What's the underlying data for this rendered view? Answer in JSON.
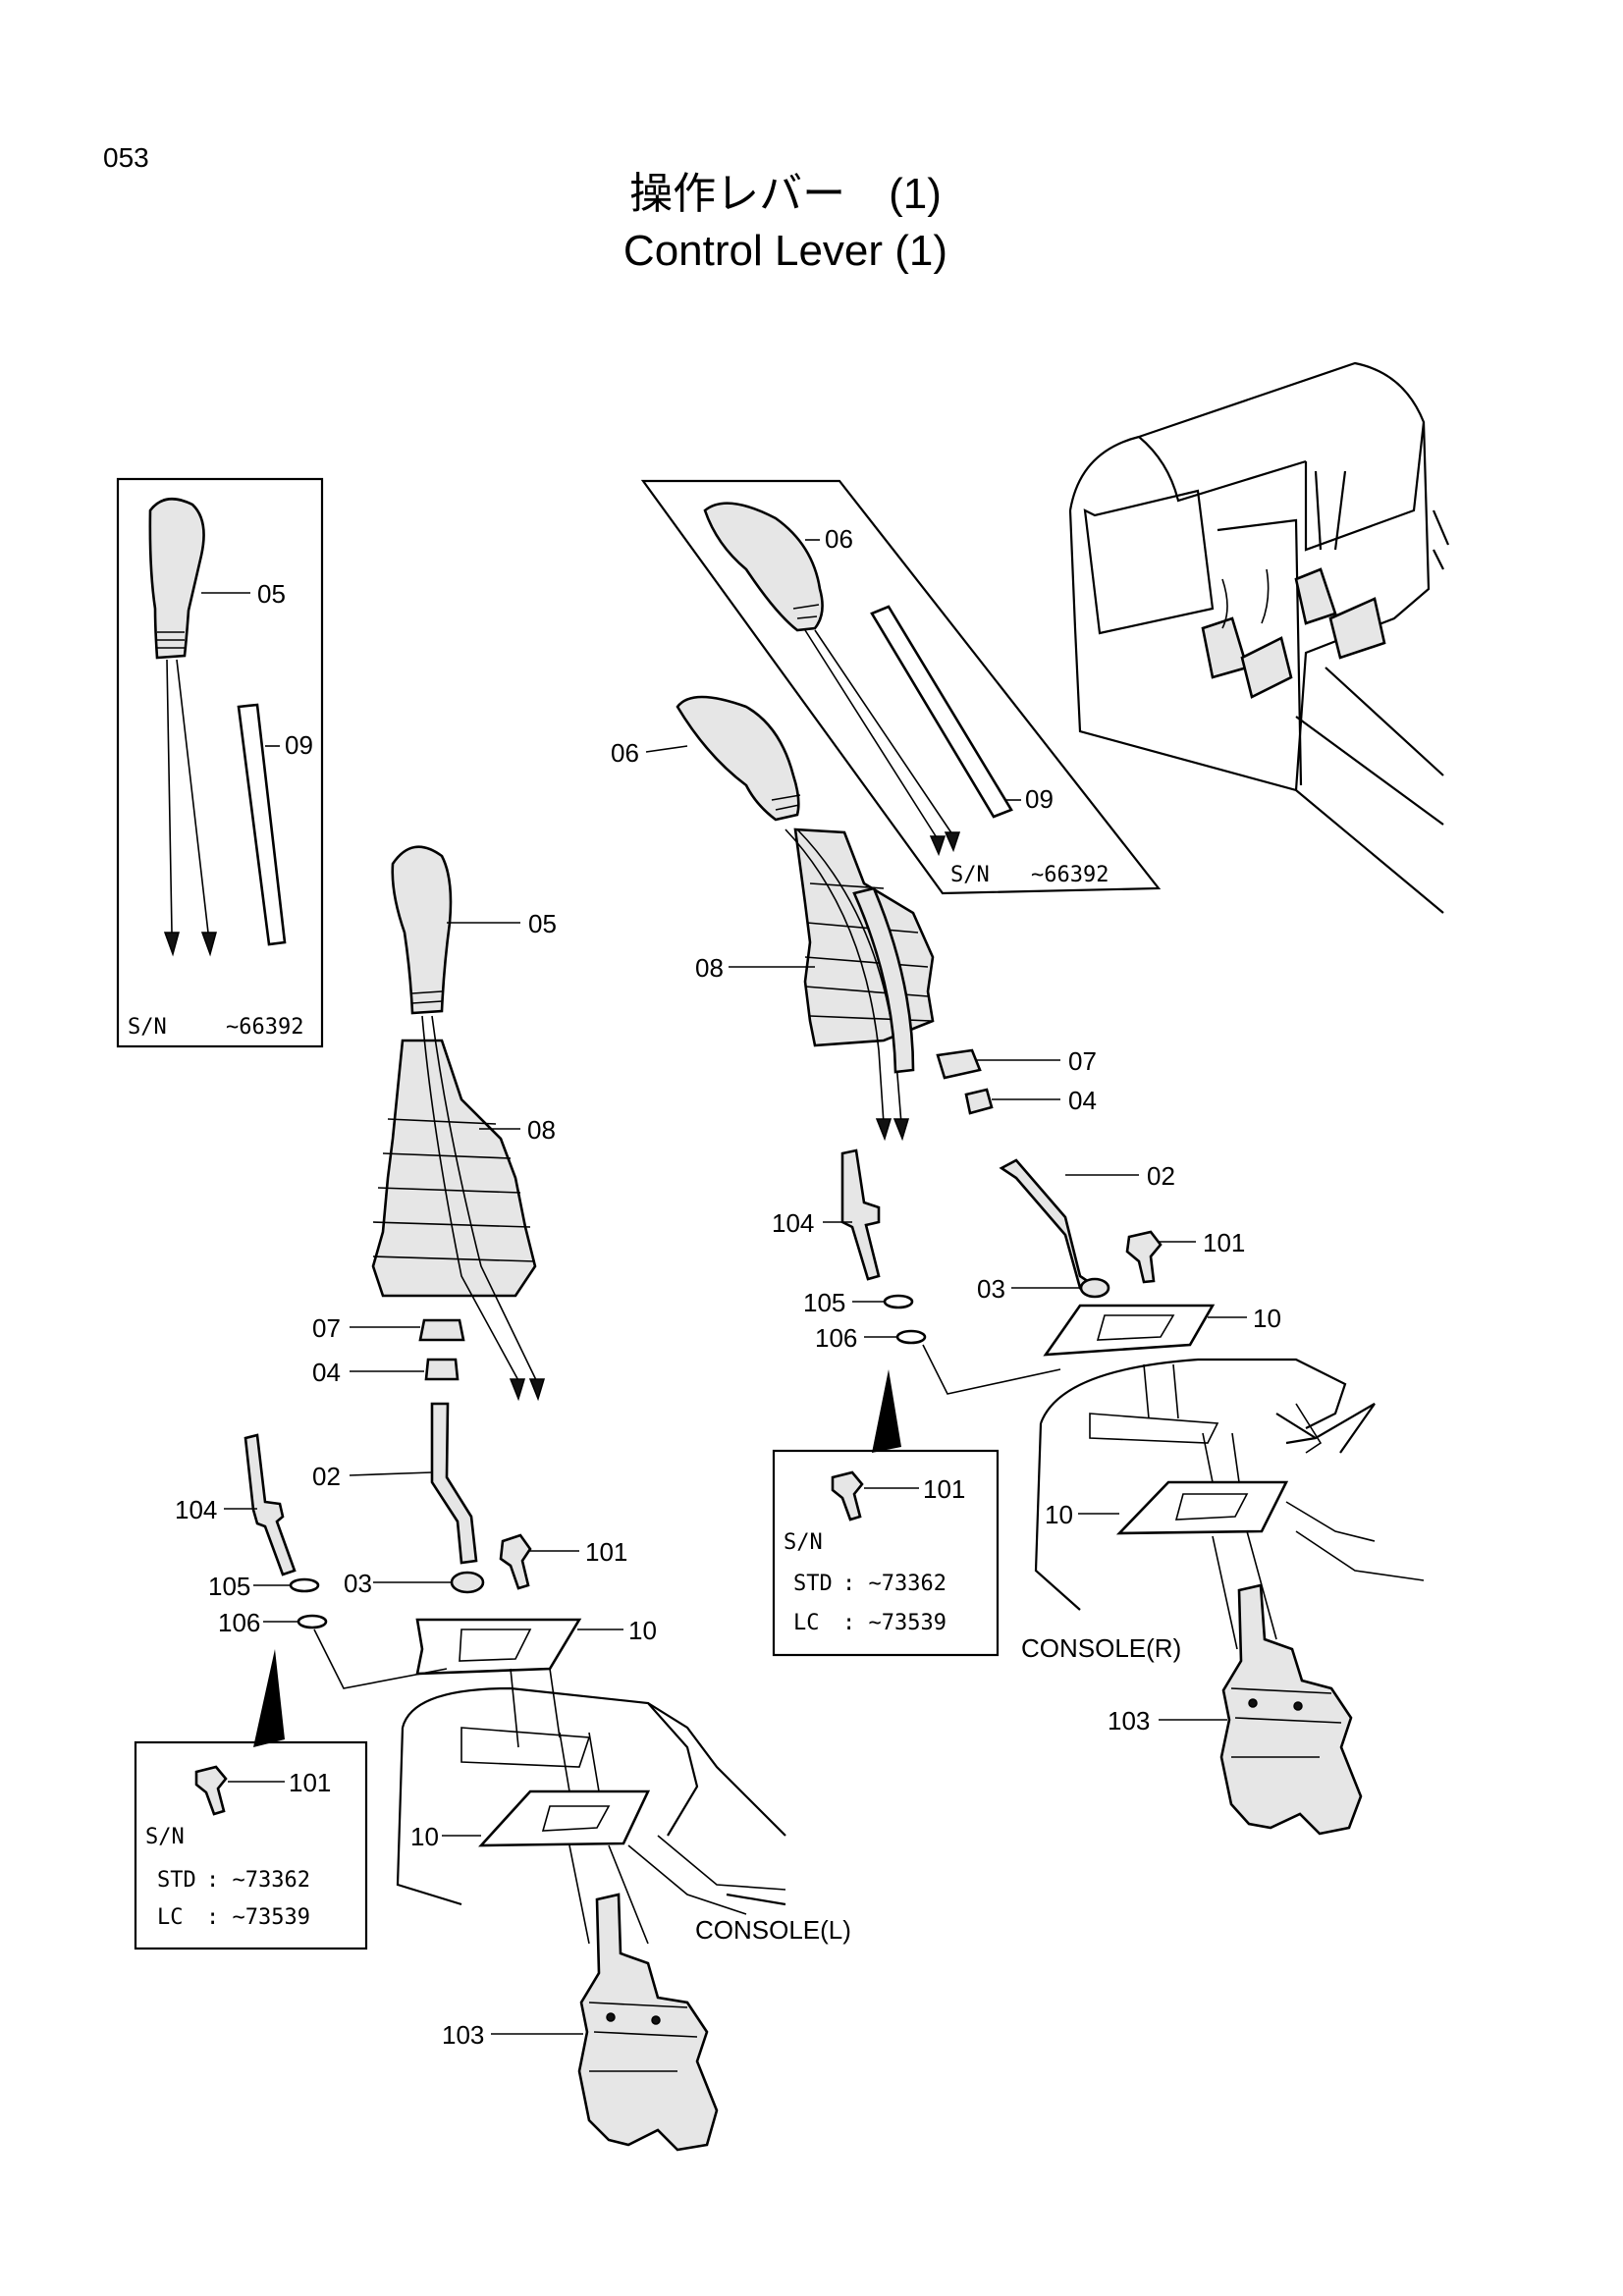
{
  "page_number": "053",
  "title_jp": "操作レバー　(1)",
  "title_en": "Control Lever (1)",
  "inset_left": {
    "sn_label": "S/N",
    "sn_value": "~66392",
    "parts": [
      "05",
      "09"
    ]
  },
  "inset_right": {
    "sn_label": "S/N",
    "sn_value": "~66392",
    "parts": [
      "06",
      "09"
    ]
  },
  "note_left": {
    "part": "101",
    "sn_label": "S/N",
    "std_label": "STD",
    "std_value": ": ~73362",
    "lc_label": "LC",
    "lc_value": ":  ~73539"
  },
  "note_right": {
    "part": "101",
    "sn_label": "S/N",
    "std_label": "STD",
    "std_value": ": ~73362",
    "lc_label": "LC",
    "lc_value": ":  ~73539"
  },
  "left_assembly": {
    "console_label": "CONSOLE(L)",
    "callouts": {
      "p05": "05",
      "p08": "08",
      "p07": "07",
      "p04": "04",
      "p02": "02",
      "p104": "104",
      "p101": "101",
      "p105": "105",
      "p03": "03",
      "p106": "106",
      "p10a": "10",
      "p10b": "10",
      "p103": "103"
    }
  },
  "right_assembly": {
    "console_label": "CONSOLE(R)",
    "callouts": {
      "p06": "06",
      "p08": "08",
      "p07": "07",
      "p04": "04",
      "p02": "02",
      "p104": "104",
      "p101": "101",
      "p105": "105",
      "p03": "03",
      "p106": "106",
      "p10a": "10",
      "p10b": "10",
      "p103": "103"
    }
  }
}
